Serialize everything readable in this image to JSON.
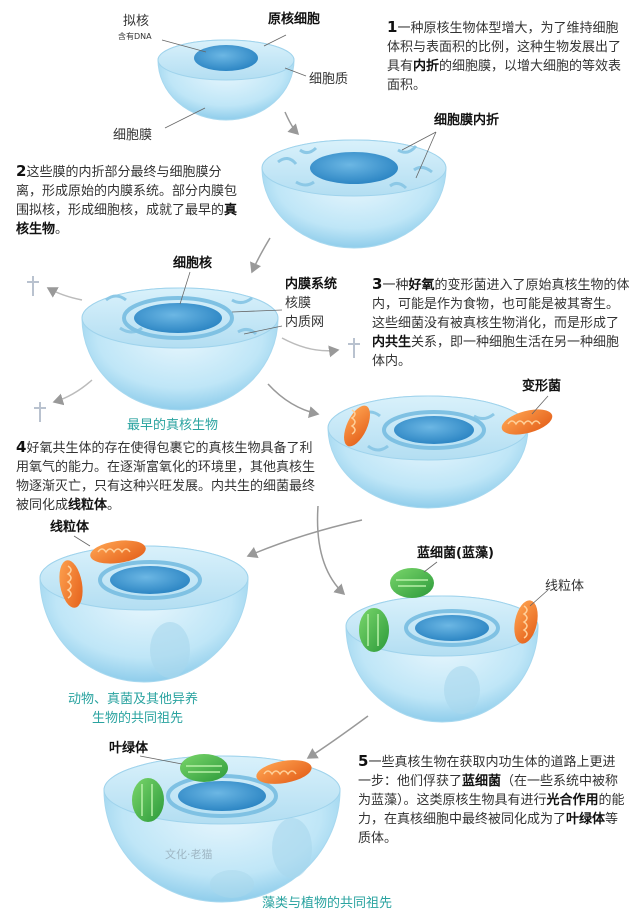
{
  "stages": {
    "s1": {
      "title": "原核细胞",
      "nucleoid": "拟核",
      "nucleoid_sub": "含有DNA",
      "cytoplasm": "细胞质",
      "membrane": "细胞膜"
    },
    "s2": {
      "label": "细胞膜内折"
    },
    "s3": {
      "nucleus": "细胞核",
      "endo": "内膜系统",
      "nuclear_membrane": "核膜",
      "er": "内质网",
      "caption": "最早的真核生物"
    },
    "s4": {
      "label": "变形菌"
    },
    "s5": {
      "label": "线粒体",
      "caption_l1": "动物、真菌及其他异养",
      "caption_l2": "生物的共同祖先"
    },
    "s6": {
      "cyano": "蓝细菌(蓝藻)",
      "mito": "线粒体"
    },
    "s7": {
      "chloro": "叶绿体",
      "caption": "藻类与植物的共同祖先",
      "watermark": "文化·老猫"
    }
  },
  "steps": [
    {
      "num": "1",
      "p1": "一种原核生物体型增大，为了维持细胞体积与表面积的比例，这种生物发展出了具有",
      "b1": "内折",
      "p2": "的细胞膜，以增大细胞的等效表面积。"
    },
    {
      "num": "2",
      "p1": "这些膜的内折部分最终与细胞膜分离，形成原始的内膜系统。部分内膜包围拟核，形成细胞核，成就了最早的",
      "b1": "真核生物",
      "p2": "。"
    },
    {
      "num": "3",
      "p1": "一种",
      "b1": "好氧",
      "p2": "的变形菌进入了原始真核生物的体内，可能是作为食物，也可能是被其寄生。这些细菌没有被真核生物消化，而是形成了",
      "b2": "内共生",
      "p3": "关系，即一种细胞生活在另一种细胞体内。"
    },
    {
      "num": "4",
      "p1": "好氧共生体的存在使得包裹它的真核生物具备了利用氧气的能力。在逐渐富氧化的环境里，其他真核生物逐渐灭亡，只有这种兴旺发展。内共生的细菌最终被同化成",
      "b1": "线粒体",
      "p2": "。"
    },
    {
      "num": "5",
      "p1": "一些真核生物在获取内功生体的道路上更进一步：他们俘获了",
      "b1": "蓝细菌",
      "p2": "（在一些系统中被称为蓝藻）。这类原核生物具有进行",
      "b2": "光合作用",
      "p3": "的能力，在真核细胞中最终被同化成为了",
      "b3": "叶绿体",
      "p4": "等质体。"
    }
  ],
  "icons": [
    "cross-icon",
    "arrow-icon"
  ],
  "colors": {
    "cell": "#bfe6f7",
    "nucleus": "#3a94cf",
    "mito": "#f07a2c",
    "chloro": "#3fb84a",
    "caption": "#2aa3a0"
  }
}
